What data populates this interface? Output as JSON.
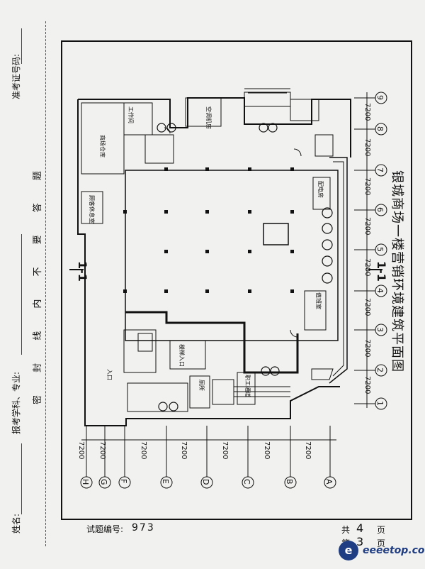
{
  "margin": {
    "name_label": "姓名:",
    "major_label": "报考学科、专业:",
    "ticket_label": "准考证号码:",
    "seal_notice": "密 封 线 内 不 要 答 题"
  },
  "drawing": {
    "title": "银城商场一楼营销环境建筑平面图",
    "section_mark": "1-1",
    "section_mark_bottom": "1-1",
    "col_axes": [
      "1",
      "2",
      "3",
      "4",
      "5",
      "6",
      "7",
      "8",
      "9"
    ],
    "col_dims": [
      "7200",
      "7200",
      "7200",
      "7200",
      "7200",
      "7200",
      "7200",
      "7200"
    ],
    "row_axes": [
      "A",
      "B",
      "C",
      "D",
      "E",
      "F",
      "G",
      "H"
    ],
    "row_dims": [
      "7200",
      "7200",
      "7200",
      "7200",
      "7200",
      "7200",
      "7200"
    ],
    "room_labels": {
      "tool_room": "工作间",
      "mech_room": "空调机房",
      "storage": "商场仓库",
      "lounge": "顾客休息室",
      "electric_room": "配电房",
      "escalator_hall": "楼梯入口",
      "entrance": "入口",
      "duty": "值班室",
      "toilet": "厕所",
      "staff": "职工通道"
    }
  },
  "footer": {
    "exam_no_label": "试题编号:",
    "exam_no": "973",
    "total_label": "共",
    "total_pages": "4",
    "page_unit": "页",
    "current_label": "第",
    "current_page": "3",
    "current_unit": "页"
  },
  "watermark": "eeeetop.com"
}
